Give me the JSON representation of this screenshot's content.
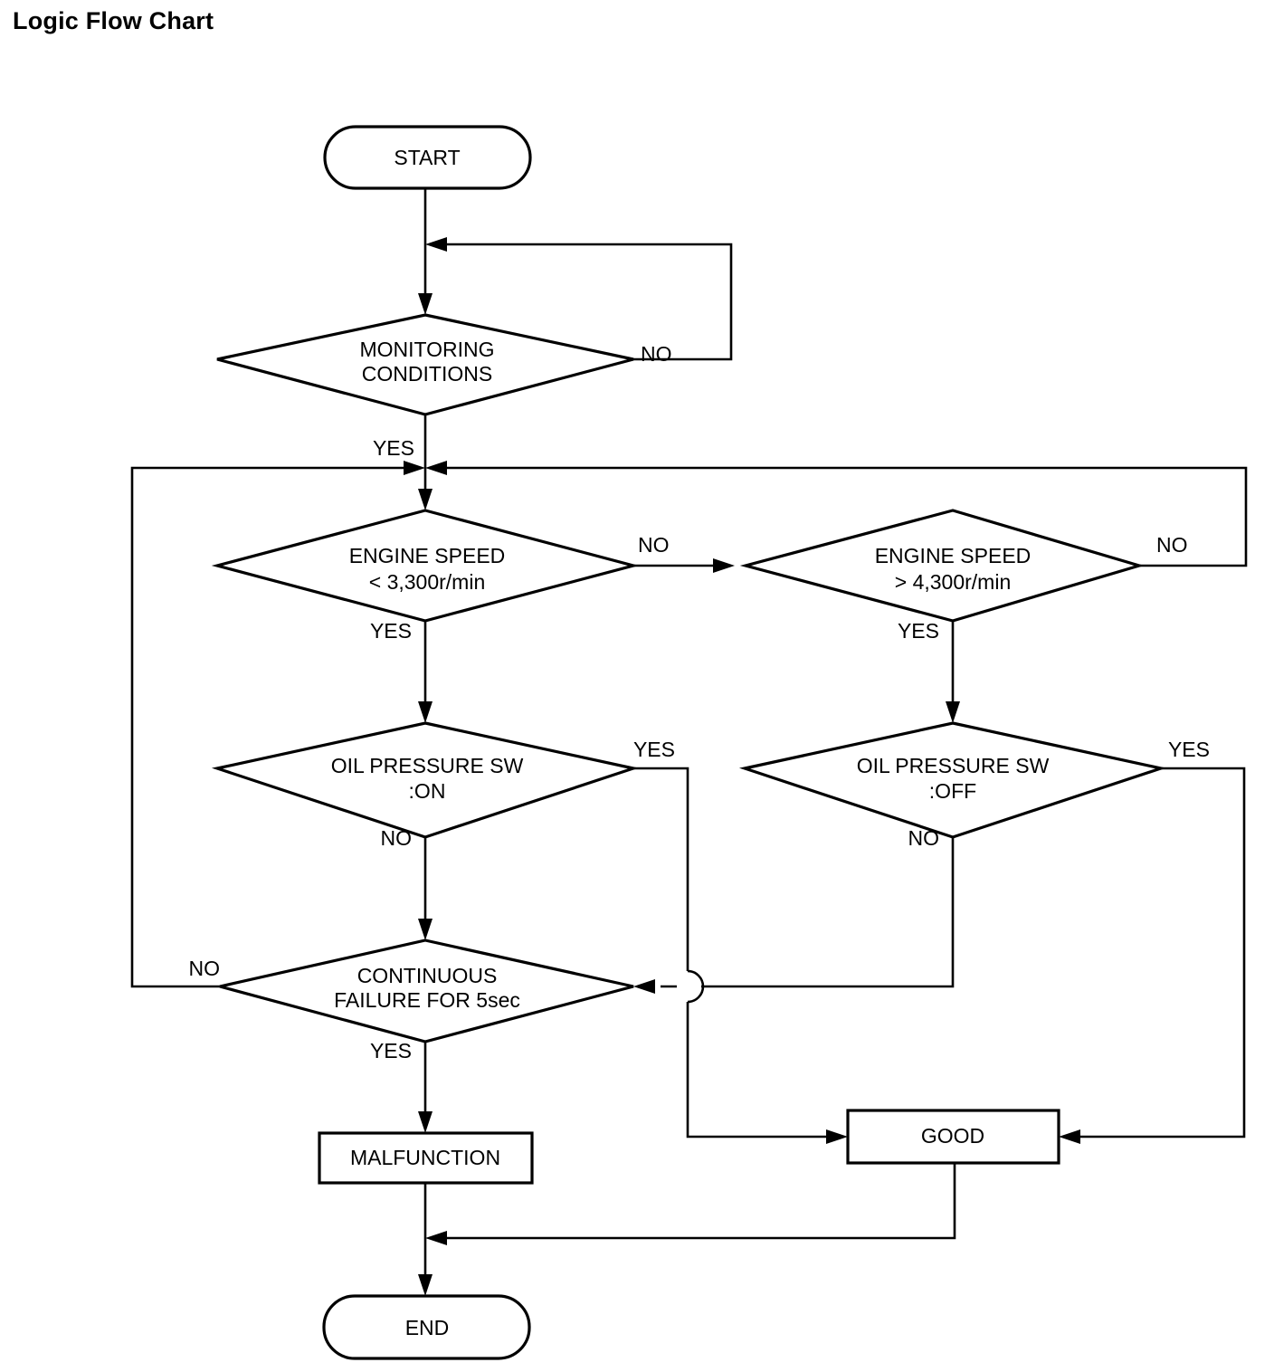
{
  "page": {
    "title": "Logic Flow Chart"
  },
  "chart_data": {
    "type": "diagram",
    "diagram_kind": "flowchart",
    "title": "Logic Flow Chart",
    "orientation": "top-to-bottom",
    "nodes": [
      {
        "id": "start",
        "shape": "stadium",
        "label": "START",
        "line1": "START",
        "line2": ""
      },
      {
        "id": "monitoring",
        "shape": "diamond",
        "label": "MONITORING CONDITIONS",
        "line1": "MONITORING",
        "line2": "CONDITIONS"
      },
      {
        "id": "speed_low",
        "shape": "diamond",
        "label": "ENGINE SPEED < 3,300r/min",
        "line1": "ENGINE SPEED",
        "line2": "< 3,300r/min"
      },
      {
        "id": "speed_high",
        "shape": "diamond",
        "label": "ENGINE SPEED > 4,300r/min",
        "line1": "ENGINE SPEED",
        "line2": "> 4,300r/min"
      },
      {
        "id": "oil_sw_on",
        "shape": "diamond",
        "label": "OIL PRESSURE SW :ON",
        "line1": "OIL PRESSURE SW",
        "line2": ":ON"
      },
      {
        "id": "oil_sw_off",
        "shape": "diamond",
        "label": "OIL PRESSURE SW :OFF",
        "line1": "OIL PRESSURE SW",
        "line2": ":OFF"
      },
      {
        "id": "cont_failure",
        "shape": "diamond",
        "label": "CONTINUOUS FAILURE FOR 5sec",
        "line1": "CONTINUOUS",
        "line2": "FAILURE FOR 5sec"
      },
      {
        "id": "malfunction",
        "shape": "rect",
        "label": "MALFUNCTION",
        "line1": "MALFUNCTION",
        "line2": ""
      },
      {
        "id": "good",
        "shape": "rect",
        "label": "GOOD",
        "line1": "GOOD",
        "line2": ""
      },
      {
        "id": "end",
        "shape": "stadium",
        "label": "END",
        "line1": "END",
        "line2": ""
      }
    ],
    "edges": [
      {
        "from": "start",
        "to": "monitoring",
        "label": ""
      },
      {
        "from": "monitoring",
        "to": "monitoring",
        "label": "NO"
      },
      {
        "from": "monitoring",
        "to": "speed_low",
        "label": "YES"
      },
      {
        "from": "speed_low",
        "to": "speed_high",
        "label": "NO"
      },
      {
        "from": "speed_low",
        "to": "oil_sw_on",
        "label": "YES"
      },
      {
        "from": "speed_high",
        "to": "speed_low",
        "label": "NO"
      },
      {
        "from": "speed_high",
        "to": "oil_sw_off",
        "label": "YES"
      },
      {
        "from": "oil_sw_on",
        "to": "good",
        "label": "YES"
      },
      {
        "from": "oil_sw_on",
        "to": "cont_failure",
        "label": "NO"
      },
      {
        "from": "oil_sw_off",
        "to": "good",
        "label": "YES"
      },
      {
        "from": "oil_sw_off",
        "to": "cont_failure",
        "label": "NO"
      },
      {
        "from": "cont_failure",
        "to": "speed_low",
        "label": "NO"
      },
      {
        "from": "cont_failure",
        "to": "malfunction",
        "label": "YES"
      },
      {
        "from": "malfunction",
        "to": "end",
        "label": ""
      },
      {
        "from": "good",
        "to": "end",
        "label": ""
      }
    ],
    "edge_labels": {
      "monitoring_no": "NO",
      "monitoring_yes": "YES",
      "speed_low_no": "NO",
      "speed_low_yes": "YES",
      "speed_high_no": "NO",
      "speed_high_yes": "YES",
      "oil_on_yes": "YES",
      "oil_on_no": "NO",
      "oil_off_yes": "YES",
      "oil_off_no": "NO",
      "cont_failure_no": "NO",
      "cont_failure_yes": "YES"
    },
    "colors": {
      "background": "#ffffff",
      "stroke": "#000000",
      "text": "#000000",
      "node_fill": "#ffffff"
    }
  }
}
